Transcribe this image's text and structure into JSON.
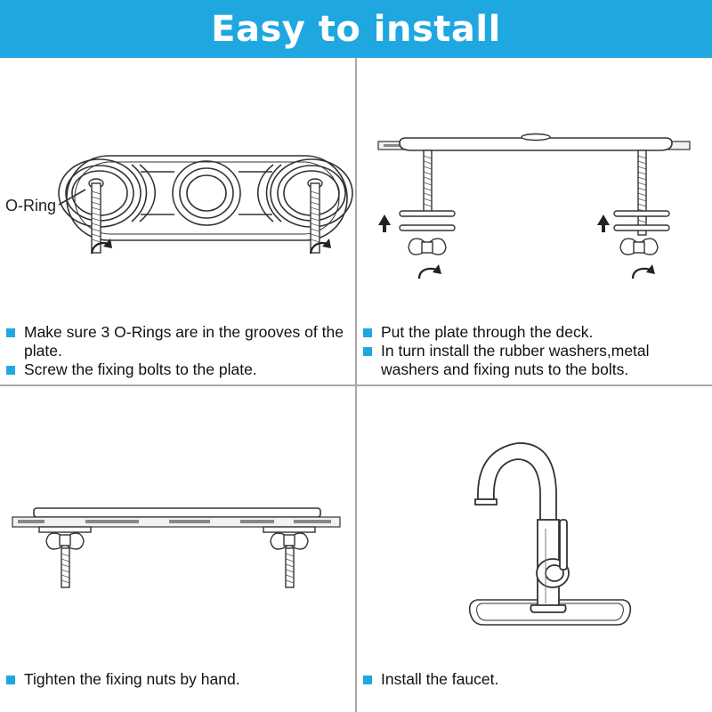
{
  "header": {
    "title": "Easy to install"
  },
  "step1": {
    "callout": "O-Ring",
    "bullets": [
      "Make sure 3 O-Rings are in the grooves of the plate.",
      "Screw the fixing bolts to the plate."
    ]
  },
  "step2": {
    "bullets": [
      "Put the plate through the deck.",
      "In turn install the rubber washers,metal washers and fixing nuts to the bolts."
    ]
  },
  "step3": {
    "bullets": [
      "Tighten the fixing nuts by hand."
    ]
  },
  "step4": {
    "bullets": [
      "Install the faucet."
    ]
  },
  "colors": {
    "accent": "#1fa7e0",
    "divider": "#a9a9a9",
    "line_art": "#333333"
  }
}
